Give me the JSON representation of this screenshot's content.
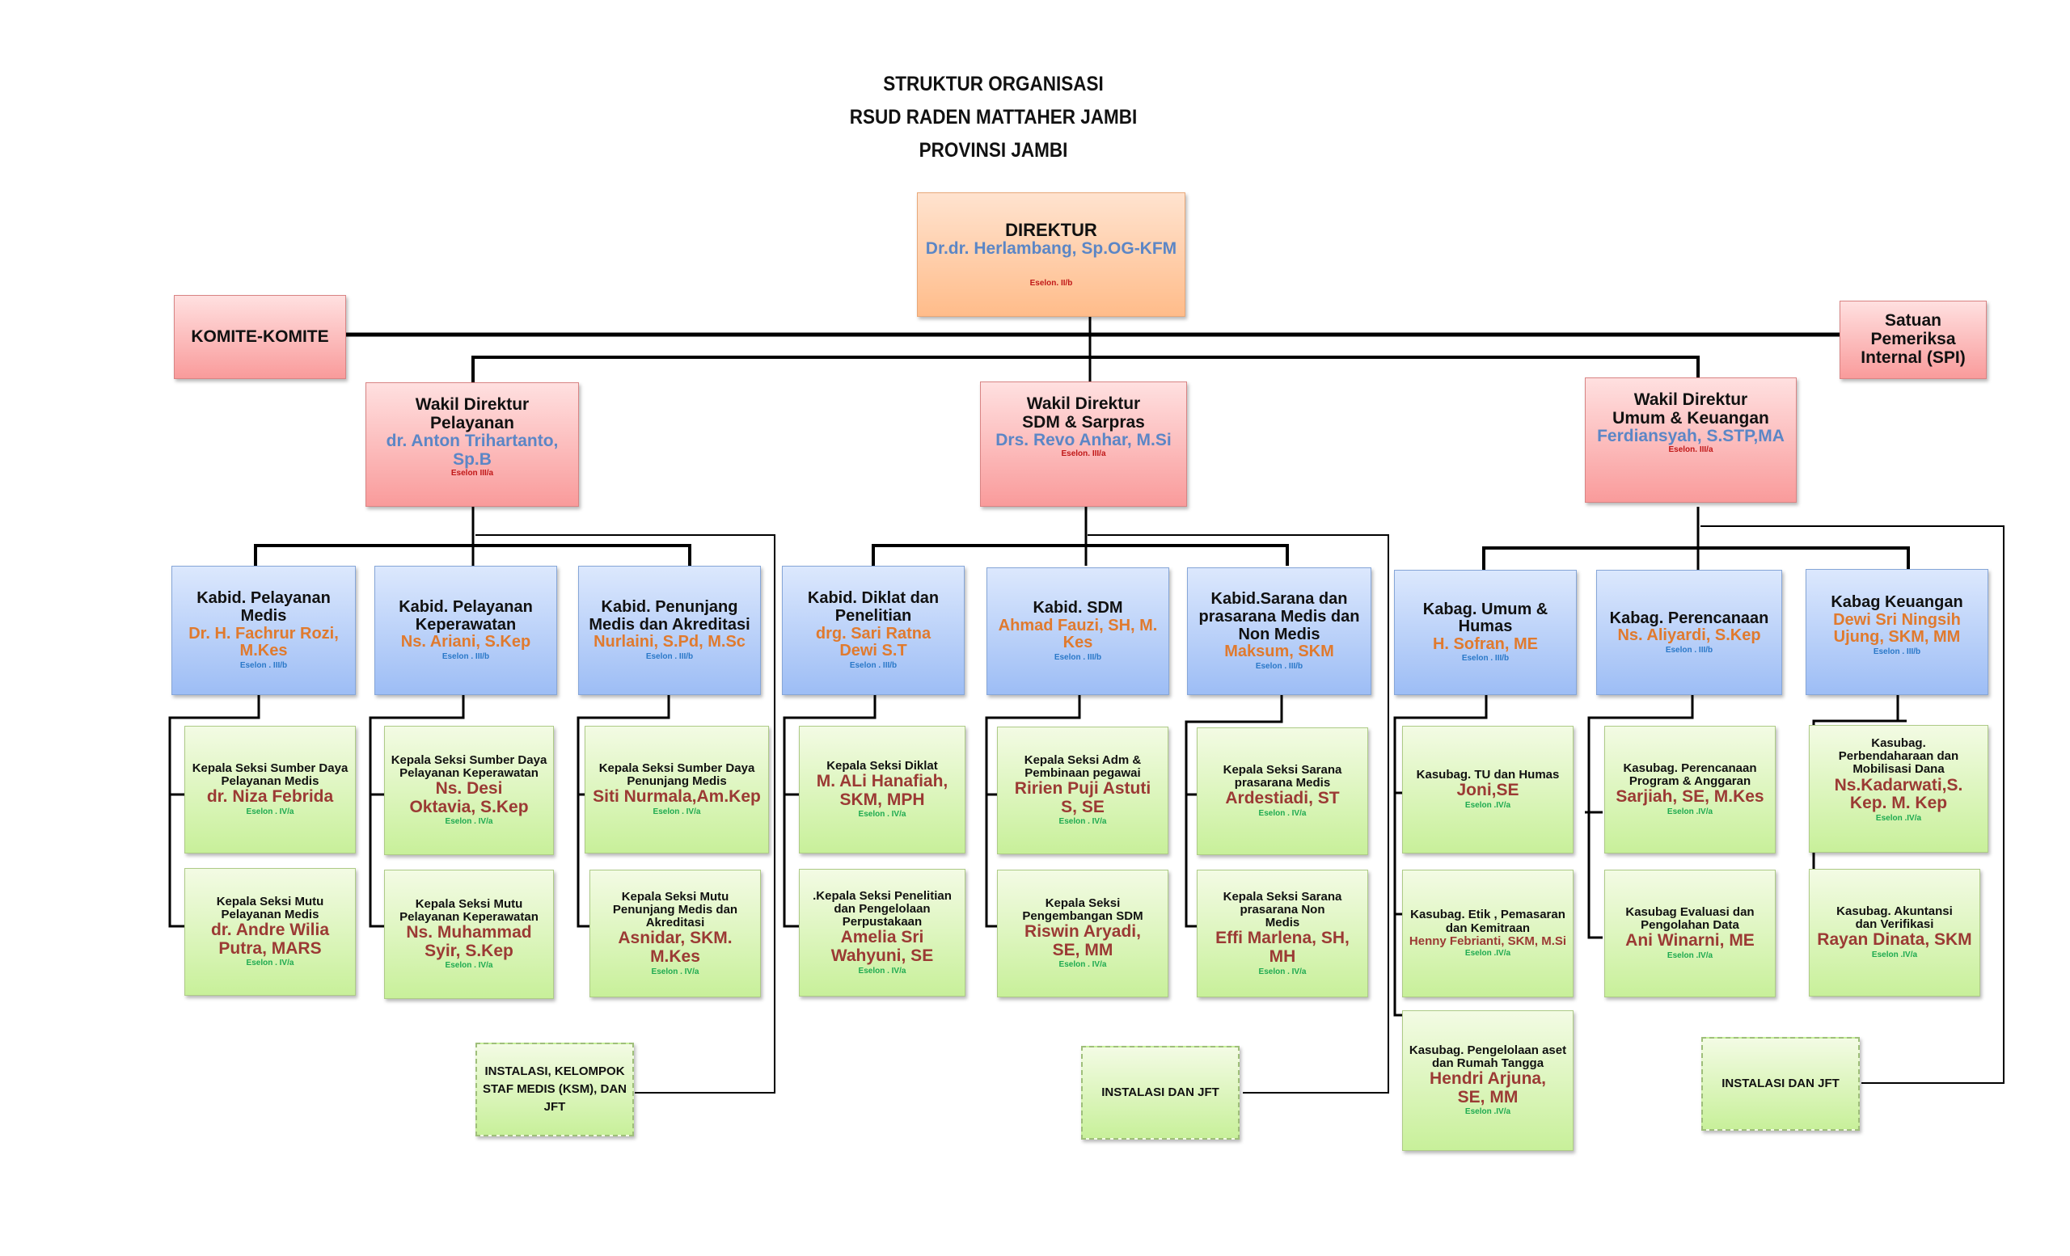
{
  "header": {
    "line1": "STRUKTUR ORGANISASI",
    "line2": "RSUD RADEN MATTAHER JAMBI",
    "line3": "PROVINSI JAMBI"
  },
  "direktur": {
    "title": "DIREKTUR",
    "name": "Dr.dr. Herlambang, Sp.OG-KFM",
    "eselon": "Eselon. II/b"
  },
  "komite": {
    "title": "KOMITE-KOMITE"
  },
  "spi": {
    "title": "Satuan Pemeriksa Internal (SPI)"
  },
  "wadir": [
    {
      "title": "Wakil Direktur Pelayanan",
      "name": "dr. Anton Trihartanto, Sp.B",
      "eselon": "Eselon III/a"
    },
    {
      "title": "Wakil Direktur SDM & Sarpras",
      "name": "Drs. Revo Anhar, M.Si",
      "eselon": "Eselon. III/a"
    },
    {
      "title": "Wakil Direktur Umum & Keuangan",
      "name": "Ferdiansyah, S.STP,MA",
      "eselon": "Eselon. III/a"
    }
  ],
  "kabid": [
    {
      "title": "Kabid. Pelayanan Medis",
      "name": "Dr. H. Fachrur Rozi, M.Kes",
      "eselon": "Eselon . III/b"
    },
    {
      "title": "Kabid. Pelayanan Keperawatan",
      "name": "Ns. Ariani, S.Kep",
      "eselon": "Eselon . III/b"
    },
    {
      "title": "Kabid. Penunjang Medis dan Akreditasi",
      "name": "Nurlaini, S.Pd, M.Sc",
      "eselon": "Eselon . III/b"
    },
    {
      "title": "Kabid. Diklat dan Penelitian",
      "name": "drg. Sari Ratna Dewi S.T",
      "eselon": "Eselon . III/b"
    },
    {
      "title": "Kabid. SDM",
      "name": "Ahmad Fauzi, SH,   M. Kes",
      "eselon": "Eselon . III/b"
    },
    {
      "title": "Kabid.Sarana  dan prasarana  Medis dan Non Medis",
      "name": "Maksum, SKM",
      "eselon": "Eselon . III/b"
    },
    {
      "title": "Kabag. Umum & Humas",
      "name": "H. Sofran, ME",
      "eselon": "Eselon . III/b"
    },
    {
      "title": "Kabag. Perencanaan",
      "name": "Ns. Aliyardi, S.Kep",
      "eselon": "Eselon . III/b"
    },
    {
      "title": "Kabag Keuangan",
      "name": "Dewi Sri Ningsih Ujung, SKM, MM",
      "eselon": "Eselon . III/b"
    }
  ],
  "seksi": [
    {
      "title": "Kepala Seksi Sumber Daya Pelayanan Medis",
      "name": "dr. Niza Febrida",
      "eselon": "Eselon . IV/a"
    },
    {
      "title": "Kepala Seksi  Mutu Pelayanan Medis",
      "name": "dr. Andre Wilia Putra, MARS",
      "eselon": "Eselon . IV/a"
    },
    {
      "title": "Kepala Seksi Sumber Daya Pelayanan Keperawatan",
      "name": "Ns. Desi Oktavia, S.Kep",
      "eselon": "Eselon . IV/a"
    },
    {
      "title": "Kepala Seksi  Mutu Pelayanan Keperawatan",
      "name": "Ns. Muhammad Syir, S.Kep",
      "eselon": "Eselon . IV/a"
    },
    {
      "title": "Kepala Seksi Sumber Daya Penunjang Medis",
      "name": "Siti Nurmala,Am.Kep",
      "eselon": "Eselon . IV/a"
    },
    {
      "title": "Kepala Seksi Mutu Penunjang  Medis dan Akreditasi",
      "name": "Asnidar, SKM. M.Kes",
      "eselon": "Eselon . IV/a"
    },
    {
      "title": "Kepala Seksi Diklat",
      "name": "M. ALi Hanafiah, SKM, MPH",
      "eselon": "Eselon . IV/a"
    },
    {
      "title": ".Kepala Seksi Penelitian dan Pengelolaan Perpustakaan",
      "name": "Amelia  Sri Wahyuni, SE",
      "eselon": "Eselon . IV/a"
    },
    {
      "title": "Kepala Seksi Adm & Pembinaan pegawai",
      "name": "Ririen Puji Astuti S, SE",
      "eselon": "Eselon . IV/a"
    },
    {
      "title": "Kepala Seksi Pengembangan SDM",
      "name": "Riswin Aryadi, SE, MM",
      "eselon": "Eselon . IV/a"
    },
    {
      "title": "Kepala Seksi Sarana prasarana Medis",
      "name": "Ardestiadi, ST",
      "eselon": "Eselon . IV/a"
    },
    {
      "title": "Kepala Seksi Sarana prasarana Non Medis",
      "name": "Effi Marlena, SH, MH",
      "eselon": "Eselon . IV/a"
    },
    {
      "title": "Kasubag. TU dan Humas",
      "name": "Joni,SE",
      "eselon": "Eselon .IV/a"
    },
    {
      "title": "Kasubag. Etik , Pemasaran dan Kemitraan",
      "name": "Henny Febrianti, SKM, M.Si",
      "eselon": "Eselon .IV/a"
    },
    {
      "title": "Kasubag. Pengelolaan aset dan Rumah Tangga",
      "name": "Hendri Arjuna, SE, MM",
      "eselon": "Eselon .IV/a"
    },
    {
      "title": "Kasubag. Perencanaan Program & Anggaran",
      "name": "Sarjiah, SE, M.Kes",
      "eselon": "Eselon .IV/a"
    },
    {
      "title": "Kasubag Evaluasi  dan Pengolahan Data",
      "name": "Ani Winarni, ME",
      "eselon": "Eselon .IV/a"
    },
    {
      "title": "Kasubag. Perbendaharaan dan Mobilisasi  Dana",
      "name": "Ns.Kadarwati,S. Kep. M. Kep",
      "eselon": "Eselon .IV/a"
    },
    {
      "title": "Kasubag. Akuntansi dan Verifikasi",
      "name": "Rayan Dinata, SKM",
      "eselon": "Eselon .IV/a"
    }
  ],
  "instalasi": [
    {
      "title": "INSTALASI, KELOMPOK STAF MEDIS (KSM), DAN JFT"
    },
    {
      "title": "INSTALASI DAN JFT"
    },
    {
      "title": "INSTALASI DAN JFT"
    }
  ]
}
